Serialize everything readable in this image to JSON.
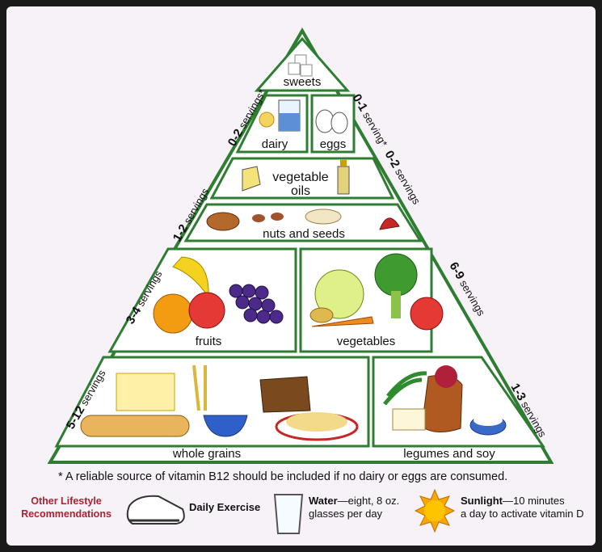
{
  "pyramid": {
    "tiers": [
      {
        "label": "sweets"
      },
      {
        "label": "dairy"
      },
      {
        "label": "eggs"
      },
      {
        "label_line1": "vegetable",
        "label_line2": "oils"
      },
      {
        "label": "nuts and seeds"
      },
      {
        "label": "fruits"
      },
      {
        "label": "vegetables"
      },
      {
        "label": "whole grains"
      },
      {
        "label": "legumes and soy"
      }
    ],
    "servings": {
      "dairy": {
        "range": "0-2",
        "unit": "servings*"
      },
      "eggs": {
        "range": "0-1",
        "unit": "serving*"
      },
      "oils": {
        "range": "0-2",
        "unit": "servings"
      },
      "nuts": {
        "range": "1-2",
        "unit": "servings"
      },
      "fruits": {
        "range": "3-4",
        "unit": "servings"
      },
      "vegetables": {
        "range": "6-9",
        "unit": "servings"
      },
      "grains": {
        "range": "5-12",
        "unit": "servings"
      },
      "legumes": {
        "range": "1-3",
        "unit": "servings"
      }
    }
  },
  "footnote": "* A reliable source of vitamin B12 should be included if no dairy or eggs are consumed.",
  "lifestyle": {
    "heading": "Other Lifestyle Recommendations",
    "exercise": {
      "title": "Daily Exercise"
    },
    "water": {
      "title": "Water",
      "text1": "—eight, 8 oz.",
      "text2": "glasses per day"
    },
    "sunlight": {
      "title": "Sunlight",
      "text1": "—10 minutes",
      "text2": "a day to activate vitamin D"
    }
  },
  "colors": {
    "border": "#2e7d32",
    "background": "#f7f2f7",
    "heading": "#b02030"
  }
}
